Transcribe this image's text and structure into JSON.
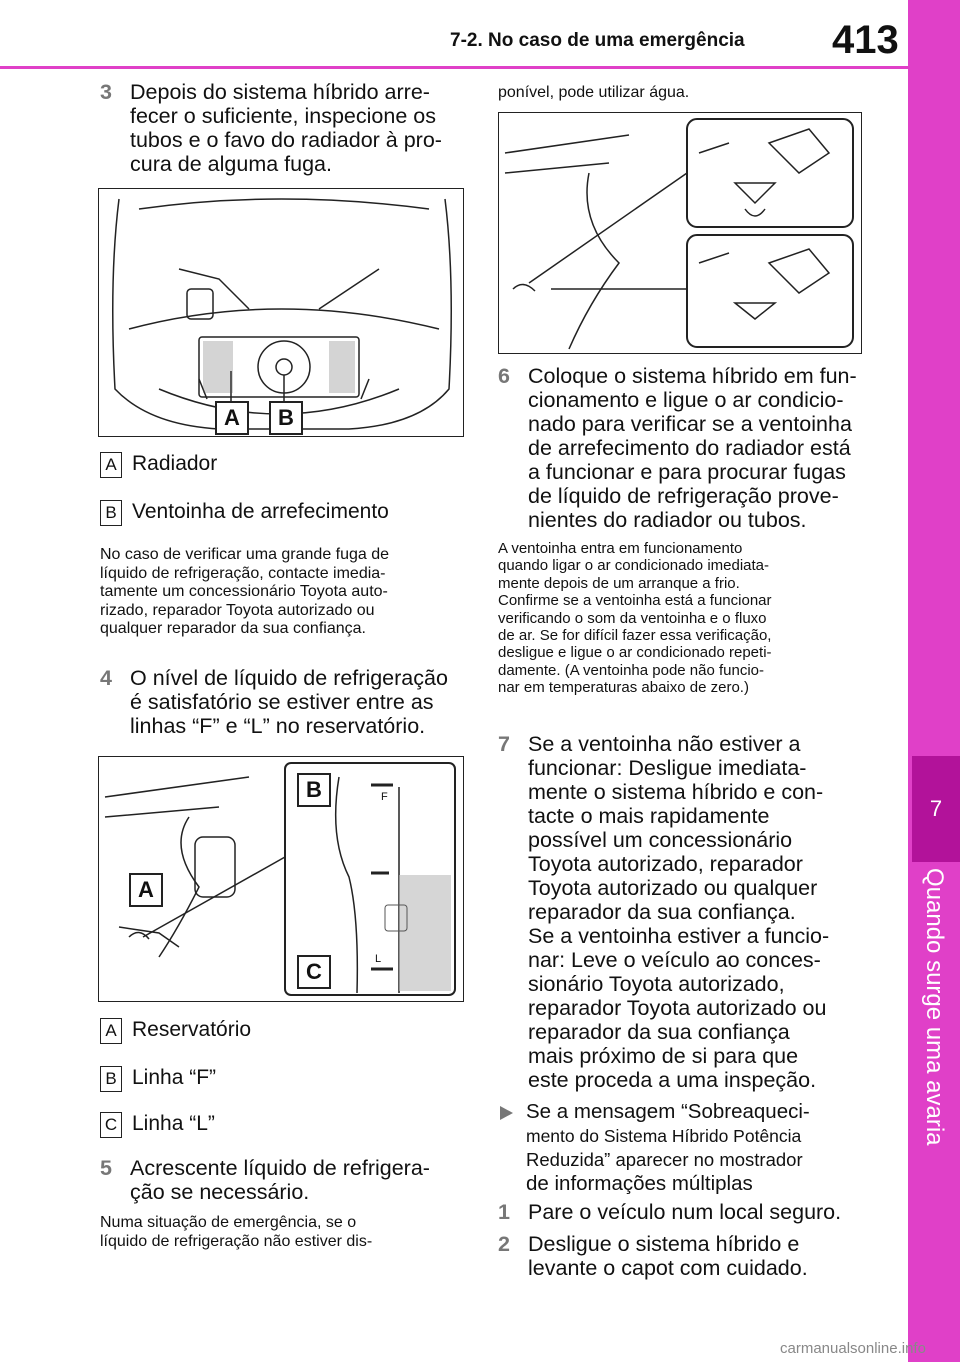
{
  "header": {
    "section": "7-2. No caso de uma emergência",
    "page_number": "413"
  },
  "side_tab": {
    "chapter_number": "7",
    "chapter_title": "Quando surge uma avaria"
  },
  "left": {
    "step3": {
      "num": "3",
      "lines": [
        "Depois do sistema híbrido arre-",
        "fecer o suficiente, inspecione os",
        "tubos e o favo do radiador à pro-",
        "cura de alguma fuga."
      ]
    },
    "fig1": {
      "labels": [
        "A",
        "B"
      ]
    },
    "fig1_callouts": [
      {
        "key": "A",
        "text": "Radiador"
      },
      {
        "key": "B",
        "text": "Ventoinha de arrefecimento"
      }
    ],
    "note1": [
      "No caso de verificar uma grande fuga de",
      "líquido de refrigeração, contacte imedia-",
      "tamente um concessionário Toyota auto-",
      "rizado, reparador Toyota autorizado ou",
      "qualquer reparador da sua confiança."
    ],
    "step4": {
      "num": "4",
      "lines": [
        "O nível de líquido de refrigeração",
        "é satisfatório se estiver entre as",
        "linhas “F” e “L” no reservatório."
      ]
    },
    "fig2": {
      "labels": [
        "A",
        "B",
        "C"
      ],
      "marks": {
        "f": "F",
        "l": "L"
      }
    },
    "fig2_callouts": [
      {
        "key": "A",
        "text": "Reservatório"
      },
      {
        "key": "B",
        "text": "Linha “F”"
      },
      {
        "key": "C",
        "text": "Linha “L”"
      }
    ],
    "step5": {
      "num": "5",
      "lines": [
        "Acrescente líquido de refrigera-",
        "ção se necessário."
      ]
    },
    "note2": [
      "Numa situação de emergência, se o",
      "líquido de refrigeração não estiver dis-"
    ]
  },
  "right": {
    "note_cont": [
      "ponível, pode utilizar água."
    ],
    "step6": {
      "num": "6",
      "lines": [
        "Coloque o sistema híbrido em fun-",
        "cionamento e ligue o ar condicio-",
        "nado para verificar se a ventoinha",
        "de arrefecimento do radiador está",
        "a funcionar e para procurar fugas",
        "de líquido de refrigeração prove-",
        "nientes do radiador ou tubos."
      ]
    },
    "note3": [
      "A ventoinha entra em funcionamento",
      "quando ligar o ar condicionado imediata-",
      "mente depois de um arranque a frio.",
      "Confirme se a ventoinha está a funcionar",
      "verificando o som da ventoinha e o fluxo",
      "de ar. Se for difícil fazer essa verificação,",
      "desligue e ligue o ar condicionado repeti-",
      "damente. (A ventoinha pode não funcio-",
      "nar em temperaturas abaixo de zero.)"
    ],
    "step7": {
      "num": "7",
      "lines": [
        "Se a ventoinha não estiver a",
        "funcionar: Desligue imediata-",
        "mente o sistema híbrido e con-",
        "tacte o mais rapidamente",
        "possível um concessionário",
        "Toyota autorizado, reparador",
        "Toyota autorizado ou qualquer",
        "reparador da sua confiança.",
        "Se a ventoinha estiver a funcio-",
        "nar: Leve o veículo ao conces-",
        "sionário Toyota autorizado,",
        "reparador Toyota autorizado ou",
        "reparador da sua confiança",
        "mais próximo de si para que",
        "este proceda a uma inspeção."
      ]
    },
    "bullet": {
      "lines": [
        "Se a mensagem “Sobreaqueci-",
        "mento do Sistema Híbrido Potência",
        "Reduzida” aparecer no mostrador",
        "de informações múltiplas"
      ]
    },
    "substep1": {
      "num": "1",
      "lines": [
        "Pare o veículo num local seguro."
      ]
    },
    "substep2": {
      "num": "2",
      "lines": [
        "Desligue o sistema híbrido e",
        "levante o capot com cuidado."
      ]
    }
  },
  "watermark": "carmanualsonline.info"
}
